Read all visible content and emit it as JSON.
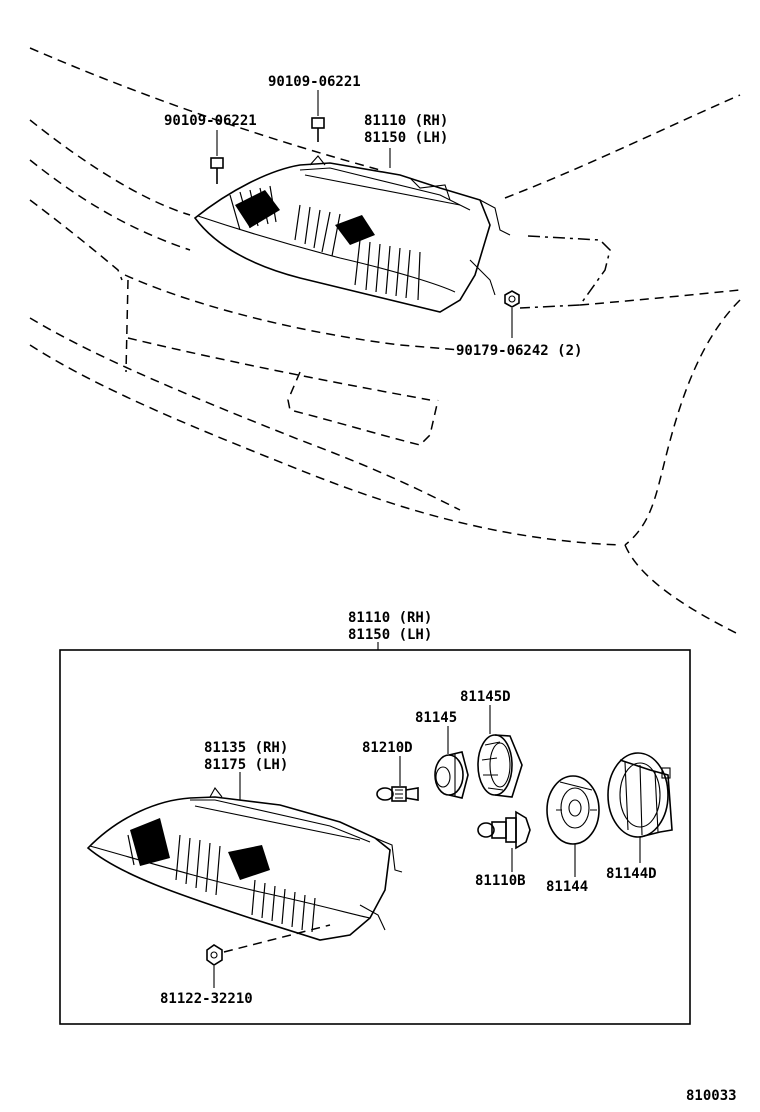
{
  "labels": {
    "bolt_left": "90109-06221",
    "bolt_top": "90109-06221",
    "assy_top_rh": "81110 (RH)",
    "assy_top_lh": "81150 (LH)",
    "nut": "90179-06242 (2)",
    "assy_box_rh": "81110 (RH)",
    "assy_box_lh": "81150 (LH)",
    "lens_rh": "81135 (RH)",
    "lens_lh": "81175 (LH)",
    "bulb_small": "81210D",
    "socket": "81145",
    "socket_cover": "81145D",
    "bulb_main": "81110B",
    "cap": "81144",
    "cap_cover": "81144D",
    "clip": "81122-32210",
    "diagram_no": "810033"
  }
}
